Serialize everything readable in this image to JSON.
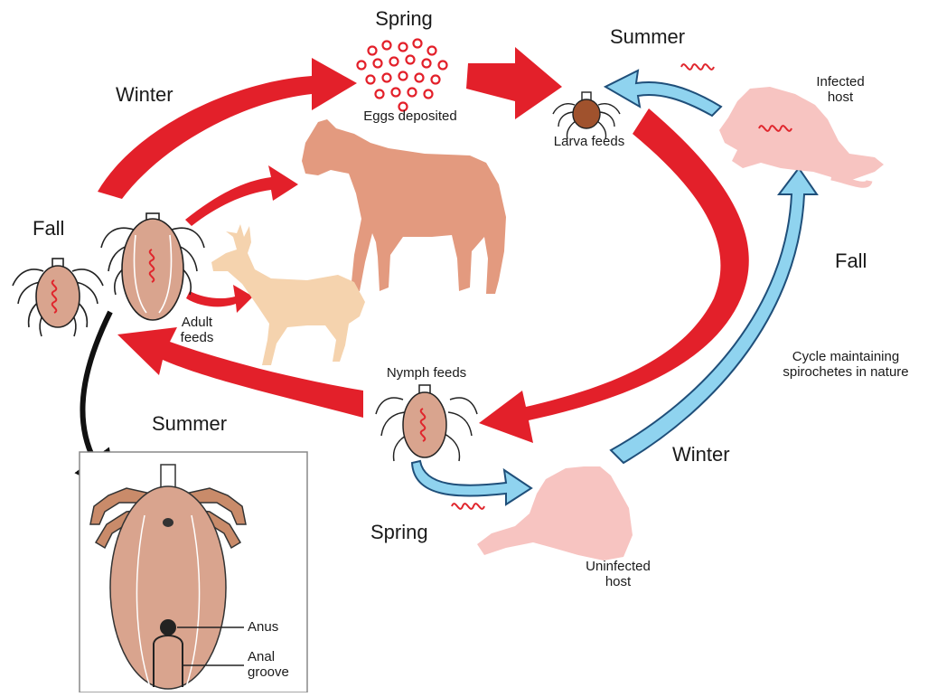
{
  "diagram": {
    "seasons": {
      "spring_top": "Spring",
      "summer_top": "Summer",
      "winter_left": "Winter",
      "fall_left": "Fall",
      "fall_right": "Fall",
      "summer_bottom": "Summer",
      "winter_bottom": "Winter",
      "spring_bottom": "Spring"
    },
    "stages": {
      "eggs": "Eggs deposited",
      "larva": "Larva feeds",
      "nymph": "Nymph feeds",
      "adult_line1": "Adult",
      "adult_line2": "feeds"
    },
    "hosts": {
      "infected_line1": "Infected",
      "infected_line2": "host",
      "uninfected_line1": "Uninfected",
      "uninfected_line2": "host"
    },
    "cycle_note_line1": "Cycle maintaining",
    "cycle_note_line2": "spirochetes in nature",
    "inset": {
      "anus": "Anus",
      "anal_line1": "Anal",
      "anal_line2": "groove"
    },
    "colors": {
      "red_arrow": "#e3202a",
      "blue_arrow": "#8fd3ef",
      "blue_outline": "#1f4f7a",
      "horse": "#e39a7f",
      "deer": "#f5d3ae",
      "mouse": "#f7c4c1",
      "tick_body": "#d9a48e",
      "spirochete": "#e0262d"
    }
  }
}
